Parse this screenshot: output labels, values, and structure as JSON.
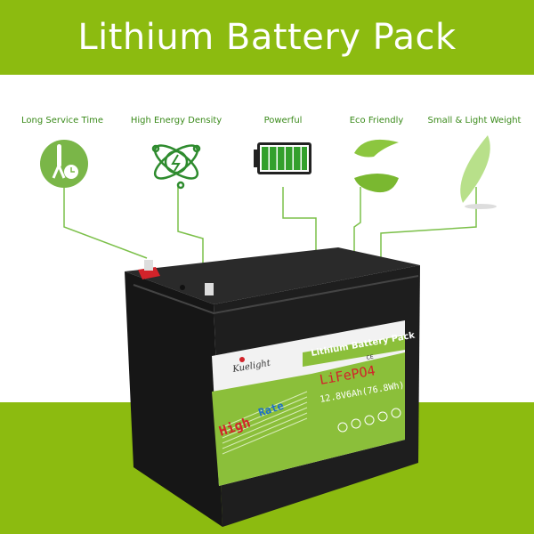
{
  "title": "Lithium Battery Pack",
  "features": [
    {
      "label": "Long Service Time",
      "icon": "clock-thermometer-icon"
    },
    {
      "label": "High Energy Density",
      "icon": "atom-bolt-icon"
    },
    {
      "label": "Powerful",
      "icon": "full-battery-icon"
    },
    {
      "label": "Eco Friendly",
      "icon": "leaves-icon"
    },
    {
      "label": "Small & Light Weight",
      "icon": "feather-icon"
    }
  ],
  "battery_label": {
    "brand": "Kuelight",
    "heading": "Lithium Battery Pack",
    "chemistry": "LiFePO4",
    "spec": "12.8V6Ah(76.8Wh)",
    "badge_left": "High",
    "badge_right": "Rate",
    "cert": "CE"
  },
  "colors": {
    "brand_green": "#8cbb10",
    "icon_green": "#3a9a1a",
    "battery_body": "#1c1c1c"
  }
}
